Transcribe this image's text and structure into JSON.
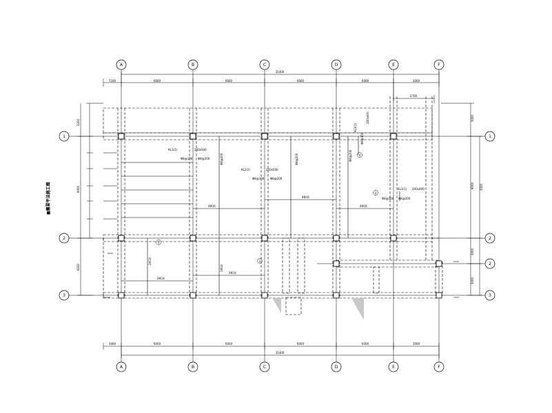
{
  "drawing": {
    "title": "■層梁平法施工图"
  },
  "axes": {
    "top": [
      {
        "id": "col-A",
        "label": "A"
      },
      {
        "id": "col-B",
        "label": "B"
      },
      {
        "id": "col-C",
        "label": "C"
      },
      {
        "id": "col-D",
        "label": "D"
      },
      {
        "id": "col-E",
        "label": "E"
      },
      {
        "id": "col-F",
        "label": "F"
      }
    ],
    "bottom": [
      {
        "id": "col-A",
        "label": "A"
      },
      {
        "id": "col-B",
        "label": "B"
      },
      {
        "id": "col-C",
        "label": "C"
      },
      {
        "id": "col-D",
        "label": "D"
      },
      {
        "id": "col-E",
        "label": "E"
      },
      {
        "id": "col-F",
        "label": "F"
      }
    ],
    "left": [
      {
        "id": "row-1",
        "label": "1"
      },
      {
        "id": "row-2",
        "label": "2"
      },
      {
        "id": "row-3",
        "label": "3"
      }
    ],
    "right": [
      {
        "id": "row-1",
        "label": "1"
      },
      {
        "id": "row-2",
        "label": "2"
      },
      {
        "id": "row-2a",
        "label": "2"
      },
      {
        "id": "row-3",
        "label": "3"
      }
    ]
  },
  "dims": {
    "top_total": "31400",
    "top_spans": [
      "7200",
      "6000",
      "6000",
      "6000",
      "6000",
      "3000"
    ],
    "top_sub": "2700",
    "bottom_total": "31400",
    "bottom_spans": [
      "3000",
      "6000",
      "6000",
      "6000",
      "6000",
      "3000"
    ],
    "left_spans": [
      "3200",
      "9000",
      "6000"
    ],
    "right_spans": [
      "3000",
      "9000",
      "3000",
      "3000",
      "3000"
    ]
  },
  "notes": {
    "beam1": "KL1(2)",
    "beam1_size": "250x500",
    "beam2": "KL2(2)",
    "beam2_size": "250x500",
    "beam3": "KL3(1)",
    "beam3_size": "200x400",
    "rebar1": "Φ8@100",
    "rebar2": "Φ8@200",
    "rebar3": "4Φ16",
    "rebar4": "2Φ14"
  },
  "markers": [
    "1",
    "2",
    "3",
    "4"
  ]
}
